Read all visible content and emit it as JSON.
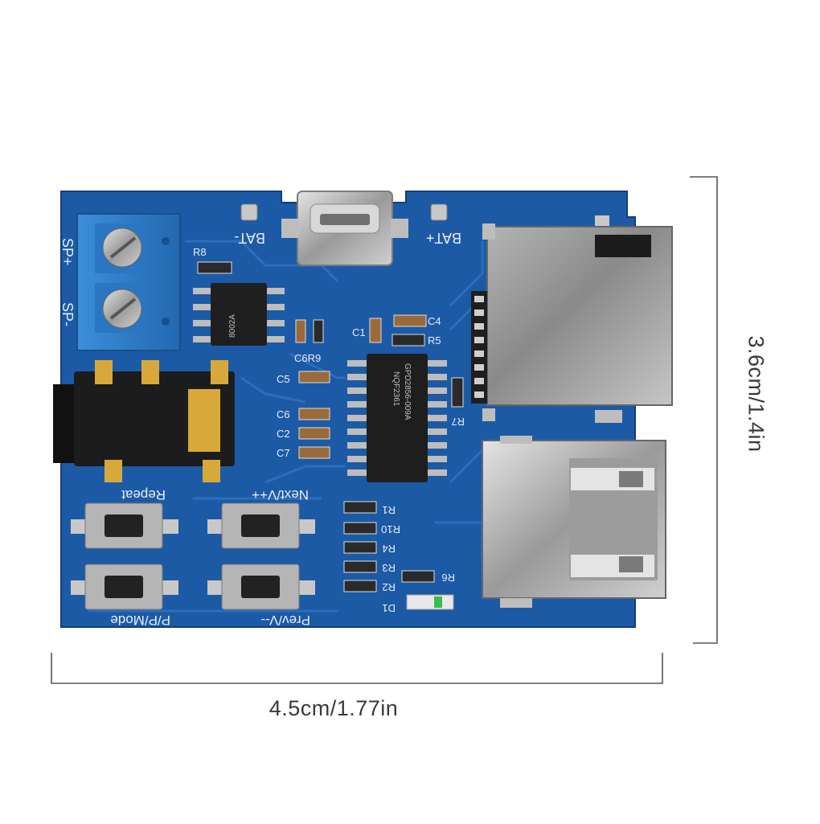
{
  "colors": {
    "background": "#ffffff",
    "pcb": "#1c5aa6",
    "silkscreen": "#e8eef6",
    "terminal_block": "#2f7fc9",
    "metal": "#b9b9b9",
    "gold": "#d8a93a",
    "dimension_line": "#555555"
  },
  "dimensions": {
    "width_label": "4.5cm/1.77in",
    "height_label": "3.6cm/1.4in"
  },
  "board": {
    "labels": {
      "sp_plus": "SP+",
      "sp_minus": "SP-",
      "bat_minus": "BAT-",
      "bat_plus": "BAT+",
      "r8": "R8",
      "c1": "C1",
      "c4": "C4",
      "r5": "R5",
      "c6r9": "C6R9",
      "c5": "C5",
      "c6": "C6",
      "c2": "C2",
      "c7": "C7",
      "r7": "R7",
      "r1": "R1",
      "r10": "R10",
      "r4": "R4",
      "r3": "R3",
      "r2": "R2",
      "r6": "R6",
      "d1": "D1",
      "repeat": "Repeat",
      "next": "Next/V++",
      "pp_mode": "P/P/Mode",
      "prev": "Prev/V--"
    },
    "chips": {
      "amp_marking": "8002A",
      "main_marking": "GPD2856-009A",
      "main_sub": "NQF2361"
    }
  }
}
